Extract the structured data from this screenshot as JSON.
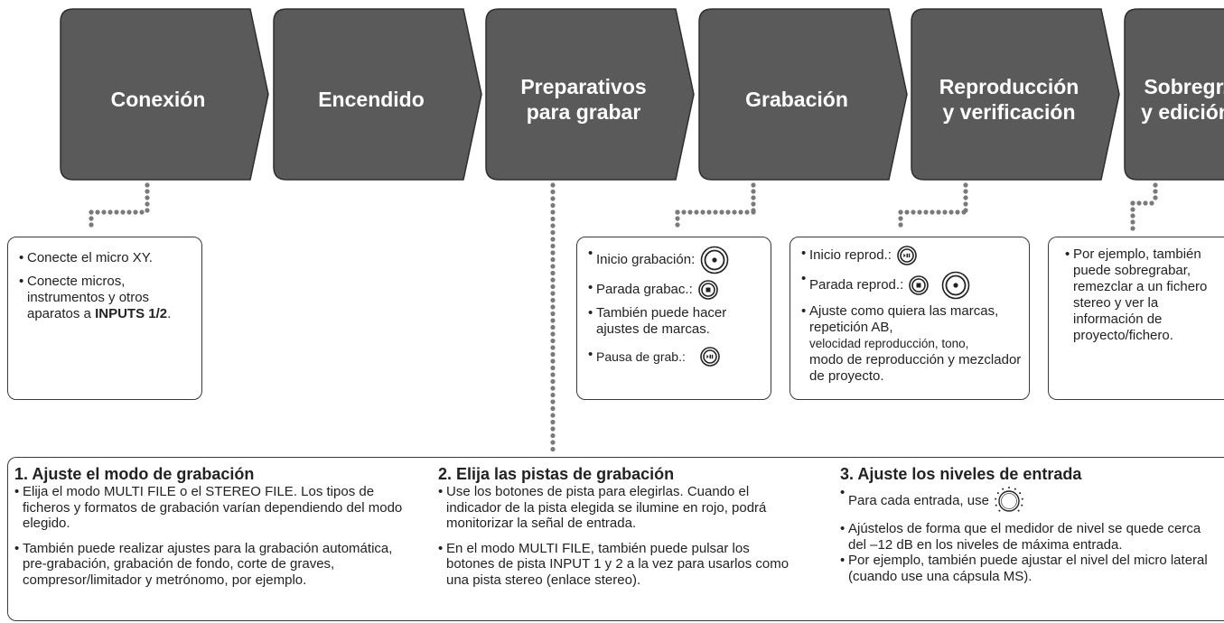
{
  "steps": [
    {
      "label": "Conexión"
    },
    {
      "label": "Encendido"
    },
    {
      "label": "Preparativos\npara grabar"
    },
    {
      "label": "Grabación"
    },
    {
      "label": "Reproducción\ny verificación"
    },
    {
      "label": "Sobregr.\ny edición"
    }
  ],
  "colors": {
    "step_fill": "#5a5a5a",
    "step_stroke": "#2e2e2e",
    "dots": "#7a7a7a",
    "border": "#3a3a3a"
  },
  "box_connexion": {
    "item1": "Conecte el micro XY.",
    "item2_text": "Conecte micros, instrumentos y otros aparatos a ",
    "item2_bold": "INPUTS 1/2",
    "item2_end": "."
  },
  "box_grabacion": {
    "start_label": "Inicio grabación:",
    "stop_label": "Parada grabac.:",
    "marks_text": "También puede hacer ajustes de marcas.",
    "pause_label": "Pausa de grab.:",
    "icons": [
      "record-start-icon",
      "record-stop-icon",
      "record-pause-icon"
    ]
  },
  "box_reproduccion": {
    "start_label": "Inicio reprod.:",
    "stop_label": "Parada reprod.:",
    "adjust_text_a": "Ajuste como quiera las marcas, repetición AB,",
    "adjust_text_b": "velocidad reproducción, tono,",
    "adjust_text_c": "modo de reproducción y mezclador de proyecto.",
    "icons": [
      "play-icon",
      "stop-icon",
      "record-icon"
    ]
  },
  "box_sobregrabacion": {
    "text": "Por ejemplo, también puede sobregrabar, remezclar a un fichero stereo y ver la información de proyecto/fichero."
  },
  "section1": {
    "title": "1. Ajuste el modo de grabación",
    "item1": "Elija el modo MULTI FILE o el STEREO FILE. Los tipos de ficheros y formatos de grabación varían dependiendo del modo elegido.",
    "item2": "También puede realizar ajustes para la grabación automática, pre-grabación, grabación de fondo, corte de graves, compresor/limitador y metrónomo, por ejemplo."
  },
  "section2": {
    "title": "2. Elija las pistas de grabación",
    "item1": "Use los botones de pista para elegirlas. Cuando el indicador de la pista elegida se ilumine en rojo, podrá monitorizar la señal de entrada.",
    "item2": "En el modo MULTI FILE, también puede pulsar los botones de pista INPUT 1 y 2 a la vez para usarlos como una pista stereo (enlace stereo)."
  },
  "section3": {
    "title": "3. Ajuste los niveles de entrada",
    "item1": "Para cada entrada, use",
    "item2": "Ajústelos de forma que el medidor de nivel se quede cerca del –12 dB en los niveles de máxima entrada.",
    "item3": "Por ejemplo, también puede ajustar el nivel del micro lateral (cuando use una cápsula MS).",
    "knob_icon": "input-level-knob-icon"
  }
}
